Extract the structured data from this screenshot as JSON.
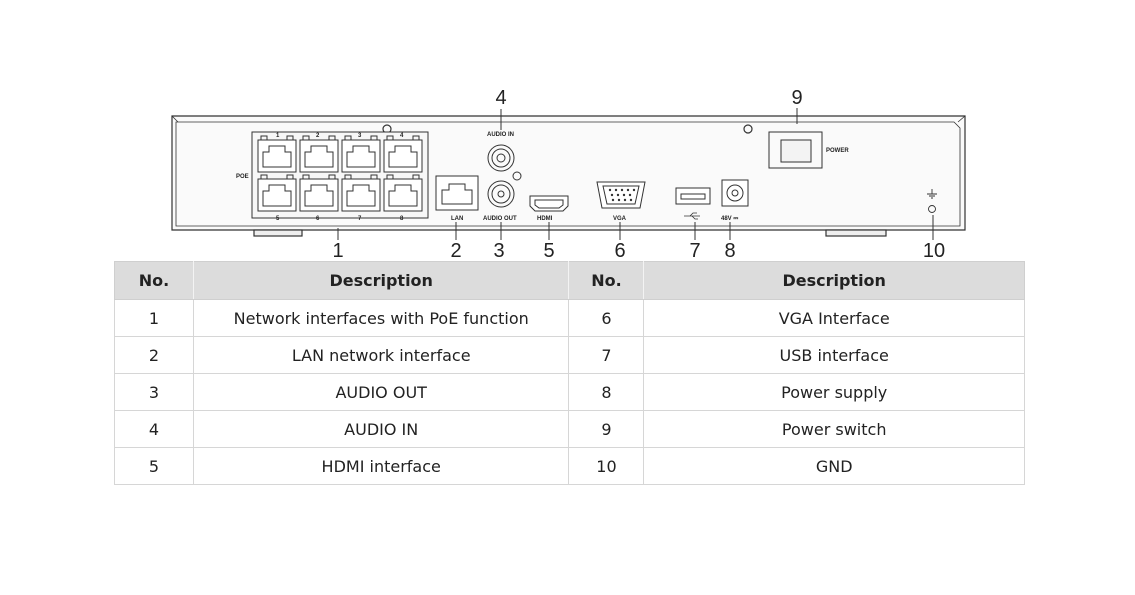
{
  "panel": {
    "labels": {
      "poe": "POE",
      "audio_in": "AUDIO IN",
      "audio_out": "AUDIO OUT",
      "lan": "LAN",
      "hdmi": "HDMI",
      "vga": "VGA",
      "dc": "48V ⎓",
      "power": "POWER",
      "port_numbers_top": [
        "1",
        "2",
        "3",
        "4"
      ],
      "port_numbers_bottom": [
        "5",
        "6",
        "7",
        "8"
      ]
    },
    "callouts": [
      "1",
      "2",
      "3",
      "4",
      "5",
      "6",
      "7",
      "8",
      "9",
      "10"
    ]
  },
  "table": {
    "headers": [
      "No.",
      "Description",
      "No.",
      "Description"
    ],
    "rows": [
      [
        "1",
        "Network interfaces with PoE function",
        "6",
        "VGA Interface"
      ],
      [
        "2",
        "LAN network interface",
        "7",
        "USB interface"
      ],
      [
        "3",
        "AUDIO OUT",
        "8",
        "Power supply"
      ],
      [
        "4",
        "AUDIO IN",
        "9",
        "Power switch"
      ],
      [
        "5",
        "HDMI interface",
        "10",
        "GND"
      ]
    ]
  }
}
